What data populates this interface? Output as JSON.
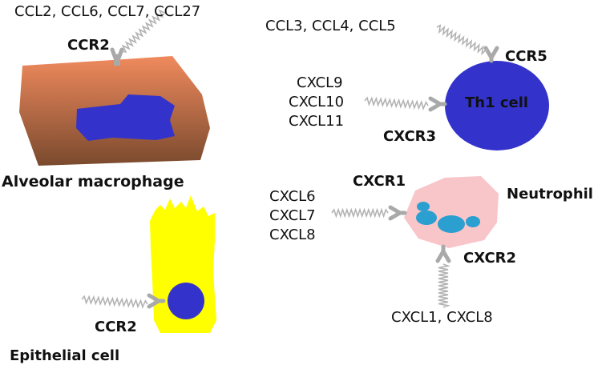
{
  "colors": {
    "receptor": "#a9a9a9",
    "spring": "#b3b3b3",
    "macrophage_body_top": "#f08a5d",
    "macrophage_body_bottom": "#7a4a2e",
    "nucleus": "#3333cc",
    "th1_cell": "#3333cc",
    "epithelial_cell": "#ffff00",
    "neutrophil_body": "#f8c5c9",
    "neutrophil_granules": "#2b9fd0"
  },
  "macrophage": {
    "ligands": "CCL2, CCL6, CCL7, CCL27",
    "receptor": "CCR2",
    "cell_label": "Alveolar macrophage"
  },
  "th1": {
    "ligands_top": "CCL3, CCL4, CCL5",
    "receptor_top": "CCR5",
    "ligands_left": [
      "CXCL9",
      "CXCL10",
      "CXCL11"
    ],
    "receptor_left": "CXCR3",
    "cell_text": "Th1 cell"
  },
  "epithelial": {
    "receptor": "CCR2",
    "cell_label": "Epithelial cell"
  },
  "neutrophil": {
    "ligands_left": [
      "CXCL6",
      "CXCL7",
      "CXCL8"
    ],
    "receptor_left": "CXCR1",
    "cell_label": "Neutrophil",
    "receptor_bottom": "CXCR2",
    "ligands_bottom": "CXCL1, CXCL8"
  }
}
